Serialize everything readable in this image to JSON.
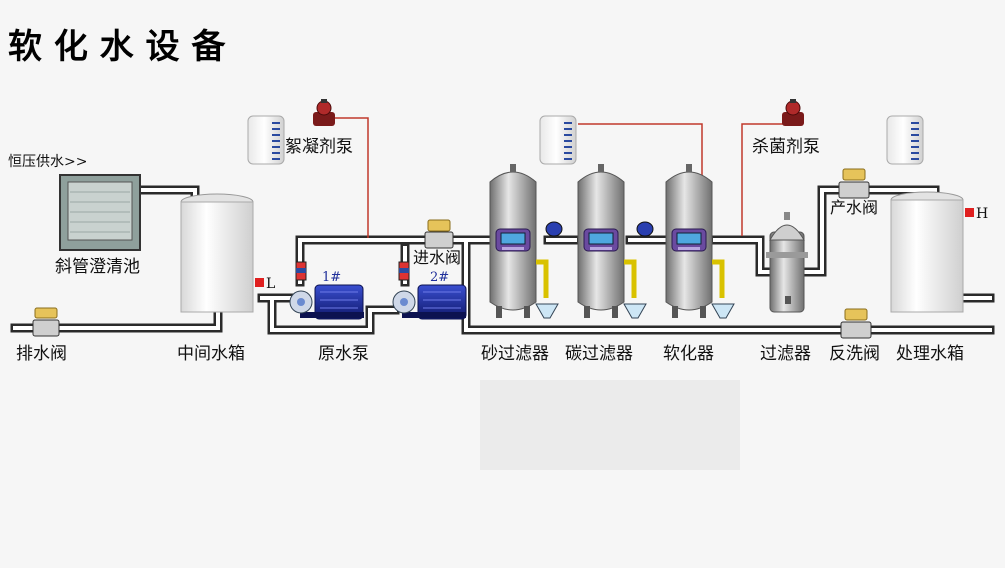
{
  "title": "软 化 水 设 备",
  "colors": {
    "pipe_outer": "#2a2a2a",
    "pipe_inner": "#ffffff",
    "dosing_line": "#c0392b",
    "level_marker": "#e02020",
    "pump_motor": "#1f2f9a",
    "vessel_gray": "#8b8b8b",
    "drain_yellow": "#d9c200",
    "valve_gold": "#e6c35a",
    "controller_purple": "#6a4aa0",
    "tank_blue_stripes": "#2a4aa0"
  },
  "labels": {
    "constant_pressure": "恒压供水>>",
    "clarifier": "斜管澄清池",
    "drain_valve": "排水阀",
    "middle_tank": "中间水箱",
    "level_low": "L",
    "level_high": "H",
    "raw_pump": "原水泵",
    "pump1": "1#",
    "pump2": "2#",
    "inlet_valve": "进水阀",
    "flocculant_pump": "絮凝剂泵",
    "sand_filter": "砂过滤器",
    "carbon_filter": "碳过滤器",
    "softener": "软化器",
    "bactericide_pump": "杀菌剂泵",
    "filter": "过滤器",
    "product_valve": "产水阀",
    "backwash_valve": "反洗阀",
    "treated_tank": "处理水箱"
  }
}
